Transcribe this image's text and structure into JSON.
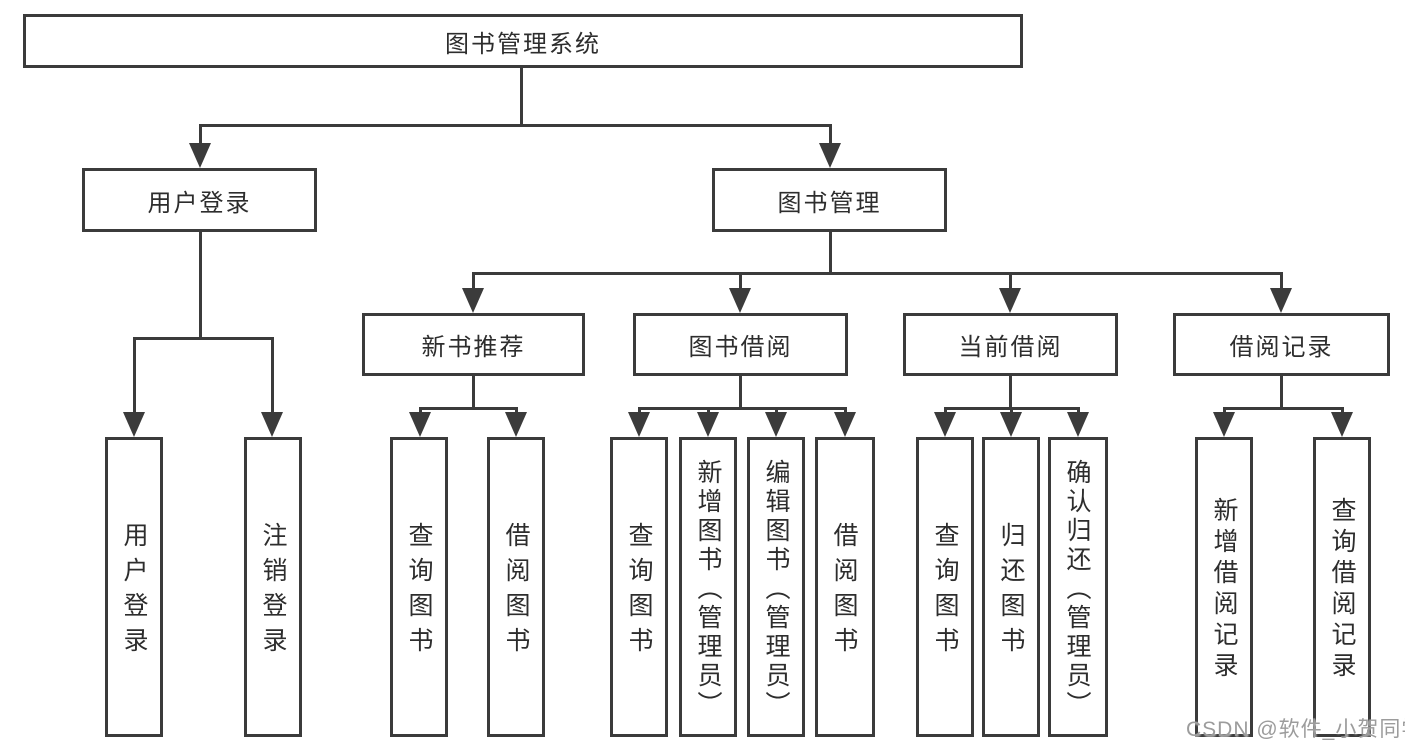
{
  "diagram": {
    "title": "图书管理系统",
    "branches": {
      "user_login": {
        "label": "用户登录",
        "leaves": [
          "用户登录",
          "注销登录"
        ]
      },
      "book_management": {
        "label": "图书管理",
        "sections": {
          "new_book_recommend": {
            "label": "新书推荐",
            "leaves": [
              "查询图书",
              "借阅图书"
            ]
          },
          "book_borrow": {
            "label": "图书借阅",
            "leaves": [
              "查询图书",
              "新增图书（管理员）",
              "编辑图书（管理员）",
              "借阅图书"
            ]
          },
          "current_borrow": {
            "label": "当前借阅",
            "leaves": [
              "查询图书",
              "归还图书",
              "确认归还（管理员）"
            ]
          },
          "borrow_records": {
            "label": "借阅记录",
            "leaves": [
              "新增借阅记录",
              "查询借阅记录"
            ]
          }
        }
      }
    }
  },
  "watermark": "CSDN @软件_小贺同学",
  "colors": {
    "line": "#3b3b3b",
    "text": "#2d2d2d",
    "watermark": "#9c9c9c",
    "background": "#ffffff"
  }
}
